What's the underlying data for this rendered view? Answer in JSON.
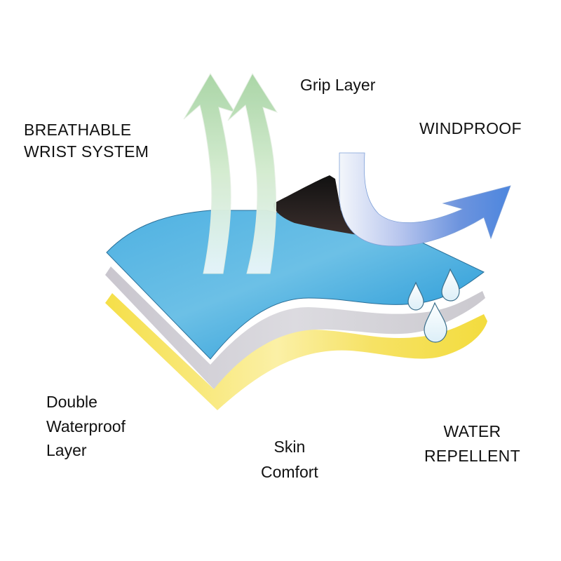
{
  "diagram": {
    "type": "layered fabric cross-section",
    "labels": {
      "breathable": [
        "BREATHABLE",
        "WRIST SYSTEM"
      ],
      "grip": "Grip Layer",
      "windproof": "WINDPROOF",
      "double_waterproof": [
        "Double",
        "Waterproof",
        "Layer"
      ],
      "skin_comfort": [
        "Skin",
        "Comfort"
      ],
      "water_repellent": [
        "WATER",
        "REPELLENT"
      ]
    },
    "layers": [
      {
        "name": "grip-layer",
        "color": "#1a1a1a"
      },
      {
        "name": "outer-waterproof-layer",
        "color": "#3ea6dc"
      },
      {
        "name": "membrane-layer",
        "color": "#cfcdd3"
      },
      {
        "name": "comfort-lining-layer",
        "color": "#f3dd4c"
      }
    ],
    "icons": {
      "breathable_arrows": {
        "count": 2,
        "color_top": "#a8d6a6",
        "color_bottom": "#e8f4f8"
      },
      "wind_arrow": {
        "color": "#5b8fdc"
      },
      "water_drops": {
        "count": 3,
        "color": "#eaf6fb"
      }
    }
  }
}
